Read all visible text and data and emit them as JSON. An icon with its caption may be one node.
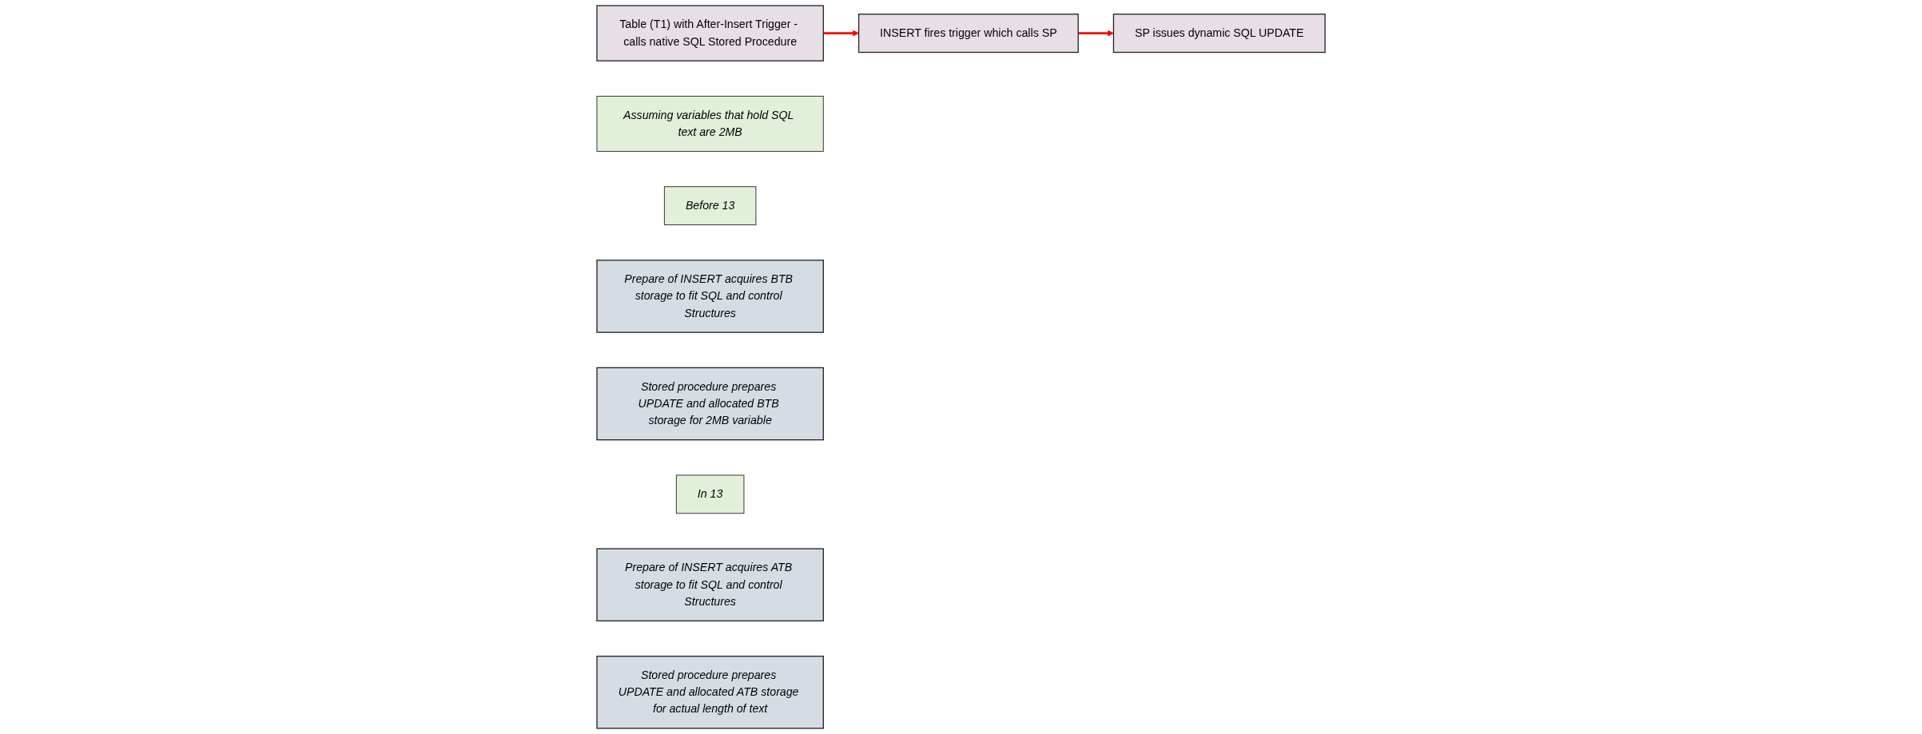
{
  "diagram": {
    "nodes": [
      {
        "text": [
          "Table (T1) with After-Insert Trigger - calls native SQL Stored Procedure"
        ]
      },
      {
        "text": [
          "INSERT fires trigger which calls SP"
        ]
      },
      {
        "text": [
          "SP issues dynamic SQL UPDATE"
        ]
      },
      {
        "text": [
          "Assuming variables that hold SQL text are 2MB"
        ]
      },
      {
        "text": [
          "Before 13"
        ]
      },
      {
        "text": [
          "Prepare of INSERT acquires BTB storage to fit SQL and control Structures"
        ]
      },
      {
        "text": [
          "Stored procedure prepares UPDATE and allocated BTB storage for 2MB variable"
        ]
      },
      {
        "text": [
          "In 13"
        ]
      },
      {
        "text": [
          "Prepare of INSERT acquires ATB storage to fit SQL and control Structures"
        ]
      },
      {
        "text": [
          "Stored procedure prepares UPDATE and allocated ATB storage for actual length of text"
        ]
      }
    ],
    "edges": [
      {
        "from": 0,
        "to": 1,
        "arrow": "to",
        "color": "#ff0000"
      },
      {
        "from": 1,
        "to": 2,
        "arrow": "to",
        "color": "#ff0000"
      }
    ]
  }
}
